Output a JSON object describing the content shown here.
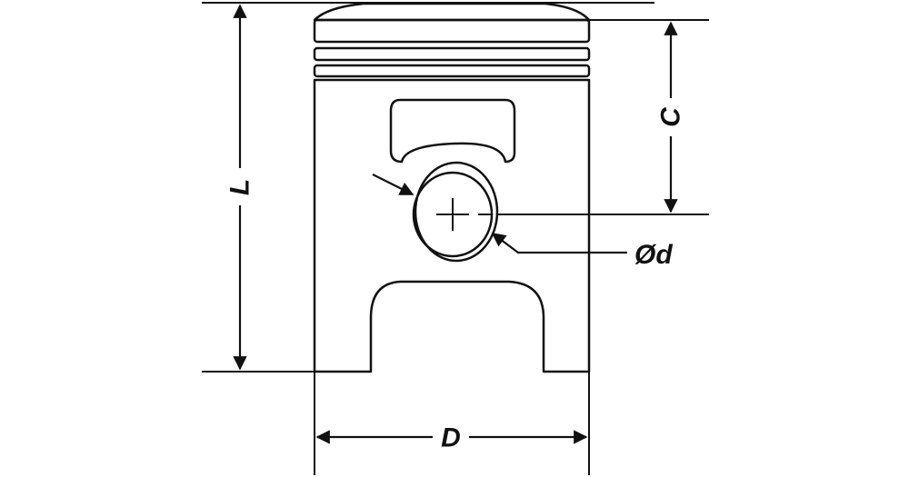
{
  "labels": {
    "length": "L",
    "compression_height": "C",
    "pin_diameter": "Ød",
    "diameter": "D"
  },
  "colors": {
    "stroke": "#111111",
    "background": "#ffffff"
  }
}
